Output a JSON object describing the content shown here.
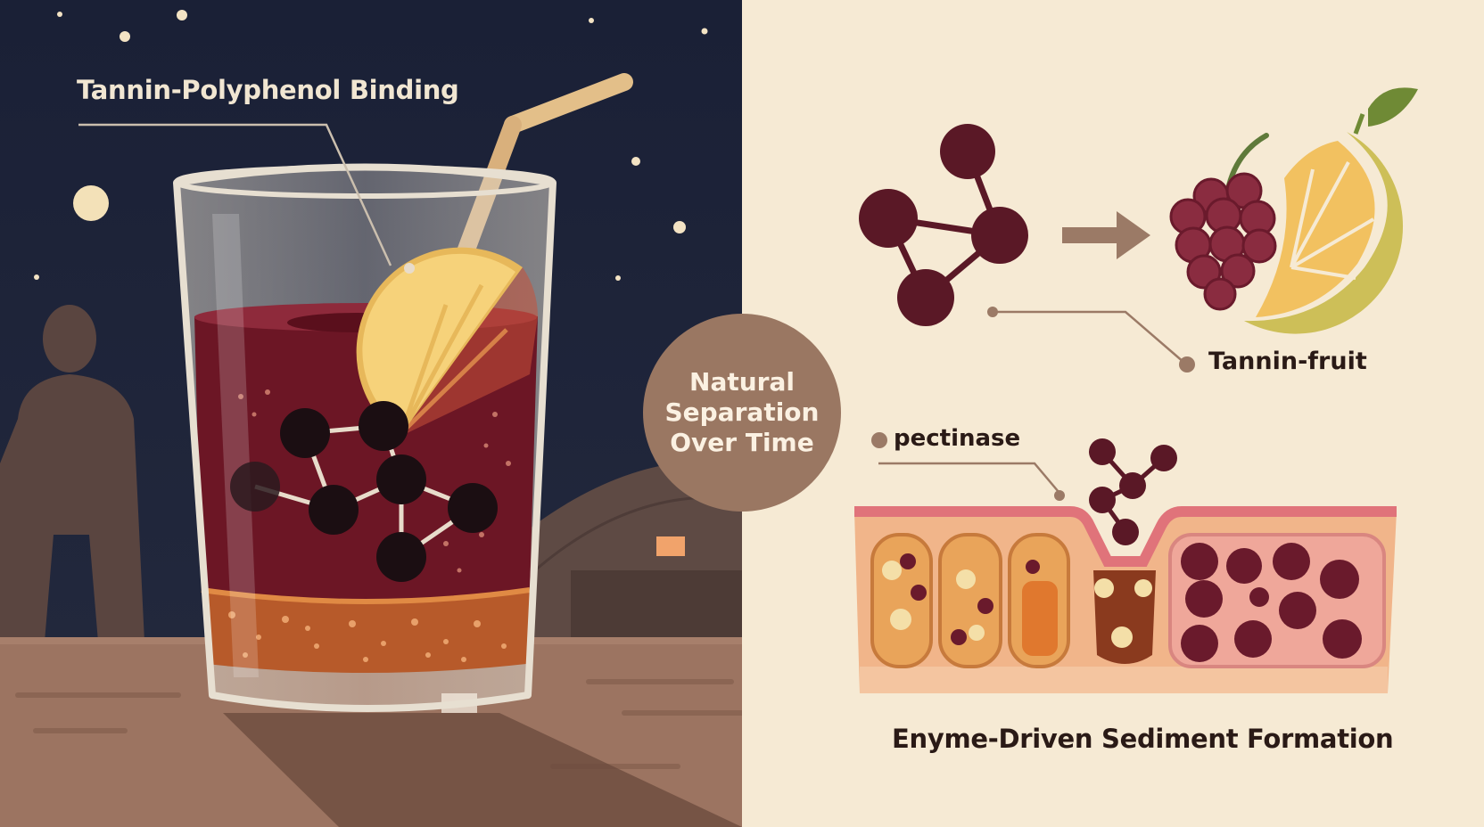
{
  "labels": {
    "binding": "Tannin-Polyphenol Binding",
    "center": [
      "Natural",
      "Separation",
      "Over Time"
    ],
    "fruit": "Tannin-fruit",
    "pectinase": "pectinase",
    "sediment": "Enyme-Driven Sediment Formation"
  },
  "colors": {
    "night_sky": "#1c2338",
    "cream_background": "#f6ead4",
    "wine": "#6c1625",
    "tannin_molecule": "#5a1826",
    "sediment": "#b75a2a",
    "center_badge": "#9a7762",
    "lemon": "#f2c160"
  },
  "icons": [
    "drinking-glass-icon",
    "straw-icon",
    "lemon-slice-icon",
    "molecule-icon",
    "arrow-right-icon",
    "grape-cluster-icon",
    "lemon-half-icon",
    "tissue-cross-section-icon",
    "person-silhouette-icon"
  ]
}
